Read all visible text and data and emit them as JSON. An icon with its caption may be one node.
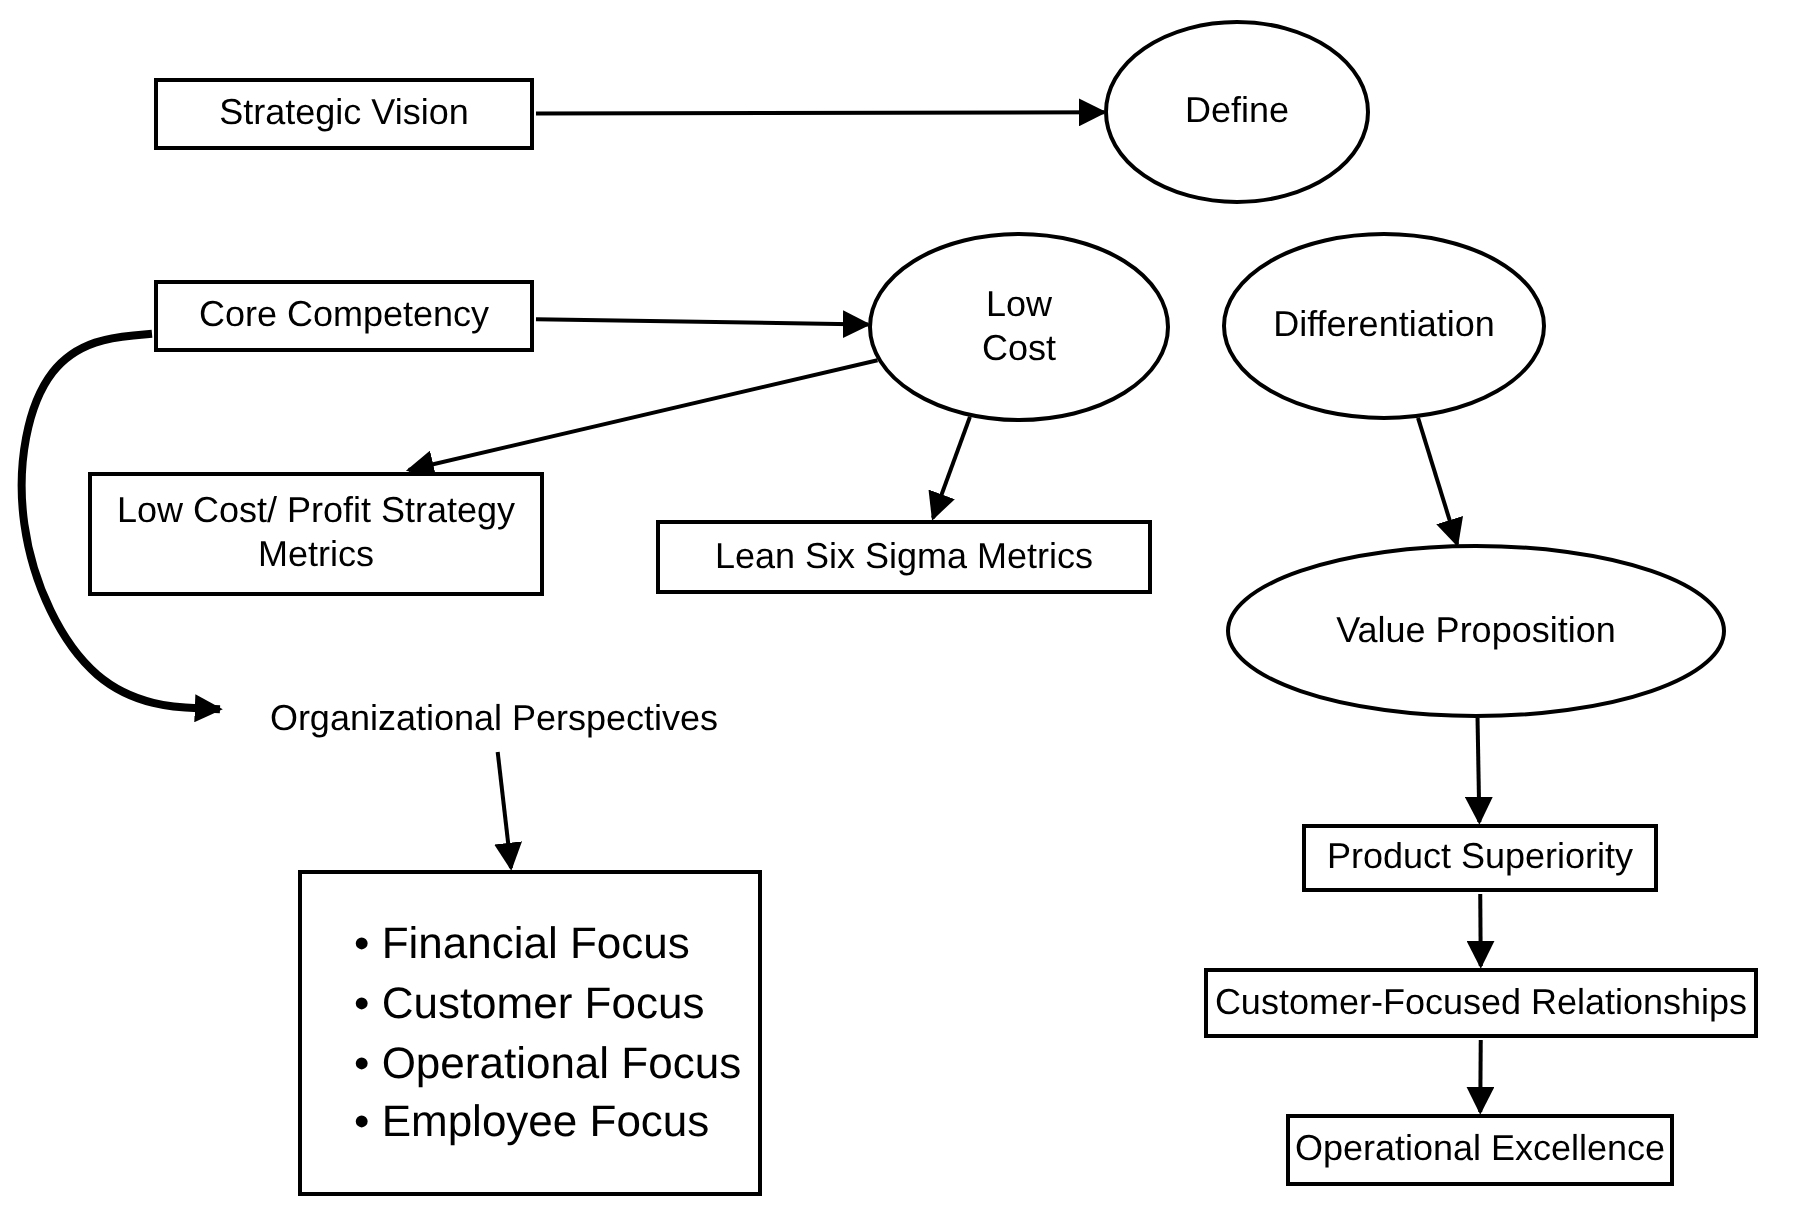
{
  "diagram": {
    "nodes": [
      {
        "text": [
          "Strategic Vision"
        ]
      },
      {
        "text": [
          "Define"
        ]
      },
      {
        "text": [
          "Core Competency"
        ]
      },
      {
        "text": [
          "Low Cost"
        ]
      },
      {
        "text": [
          "Differentiation"
        ]
      },
      {
        "text": [
          "Low Cost/ Profit Strategy Metrics"
        ]
      },
      {
        "text": [
          "Lean Six Sigma Metrics"
        ]
      },
      {
        "text": [
          "Value Proposition"
        ]
      },
      {
        "text": [
          "Organizational Perspectives"
        ]
      },
      {
        "text": [
          "• Financial Focus",
          "• Customer Focus",
          "• Operational Focus",
          "• Employee Focus"
        ]
      },
      {
        "text": [
          "Product Superiority"
        ]
      },
      {
        "text": [
          "Customer-Focused Relationships"
        ]
      },
      {
        "text": [
          "Operational Excellence"
        ]
      }
    ],
    "edges": [
      {
        "from": 0,
        "to": 1,
        "arrow": "to"
      },
      {
        "from": 2,
        "to": 3,
        "arrow": "to"
      },
      {
        "from": 3,
        "to": 5,
        "arrow": "to"
      },
      {
        "from": 3,
        "to": 6,
        "arrow": "to"
      },
      {
        "from": 4,
        "to": 7,
        "arrow": "to"
      },
      {
        "from": 2,
        "to": 8,
        "arrow": "to",
        "style": "thick"
      },
      {
        "from": 8,
        "to": 9,
        "arrow": "to"
      },
      {
        "from": 7,
        "to": 10,
        "arrow": "to"
      },
      {
        "from": 10,
        "to": 11,
        "arrow": "to"
      },
      {
        "from": 11,
        "to": 12,
        "arrow": "to"
      }
    ]
  }
}
